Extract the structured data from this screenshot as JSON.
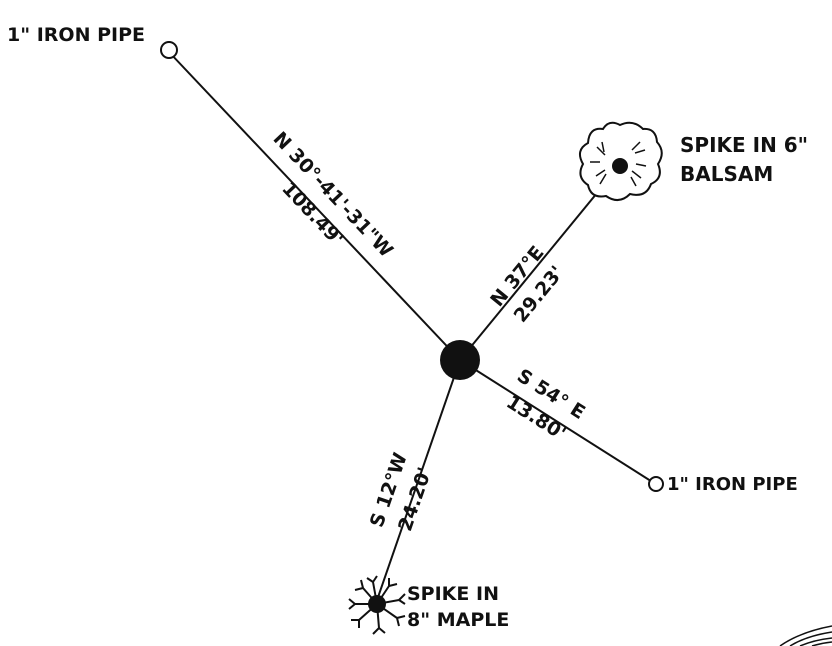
{
  "points": {
    "nw": {
      "label": "1\" IRON PIPE"
    },
    "ne": {
      "label_line1": "SPIKE IN 6\"",
      "label_line2": "BALSAM"
    },
    "se": {
      "label": "1\" IRON PIPE"
    },
    "s": {
      "label_line1": "SPIKE IN",
      "label_line2": "8\" MAPLE"
    }
  },
  "lines": {
    "nw": {
      "bearing": "N 30°-41'-31\"W",
      "distance": "108.49'"
    },
    "ne": {
      "bearing": "N 37°E",
      "distance": "29.23'"
    },
    "se": {
      "bearing": "S 54° E",
      "distance": "13.80'"
    },
    "s": {
      "bearing": "S 12°W",
      "distance": "24.20'"
    }
  },
  "colors": {
    "ink": "#111111",
    "paper": "#ffffff"
  },
  "icons": [
    "iron-pipe-icon",
    "spike-marker-icon",
    "balsam-tree-icon",
    "maple-tree-icon",
    "center-monument-icon"
  ]
}
